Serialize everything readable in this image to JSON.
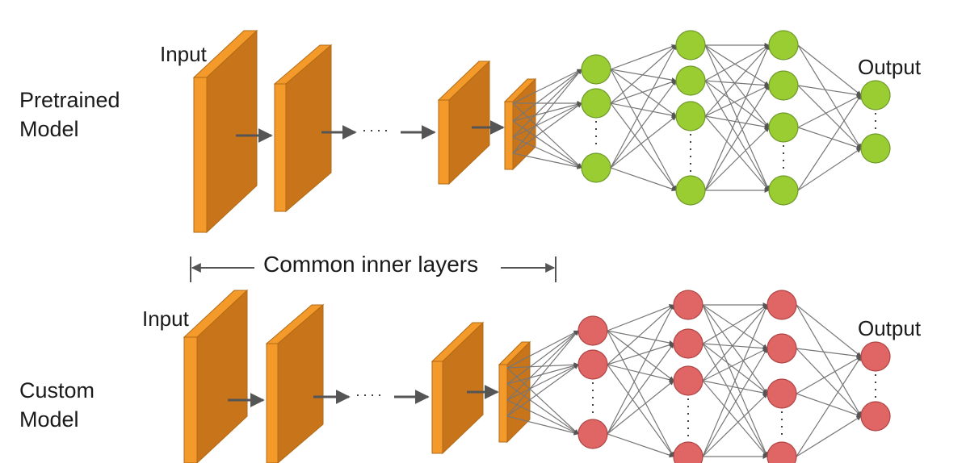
{
  "diagram": {
    "top": {
      "label_line1": "Pretrained",
      "label_line2": "Model",
      "input_label": "Input",
      "output_label": "Output",
      "node_color": "#9acd32",
      "node_stroke": "#6f9a2a"
    },
    "bottom": {
      "label_line1": "Custom",
      "label_line2": "Model",
      "input_label": "Input",
      "output_label": "Output",
      "node_color": "#e06666",
      "node_stroke": "#b04444"
    },
    "common_label": "Common inner layers",
    "conv_front_color": "#f39a2b",
    "conv_side_color": "#c8741a",
    "arrow_color": "#555555",
    "edge_color": "#777777"
  }
}
